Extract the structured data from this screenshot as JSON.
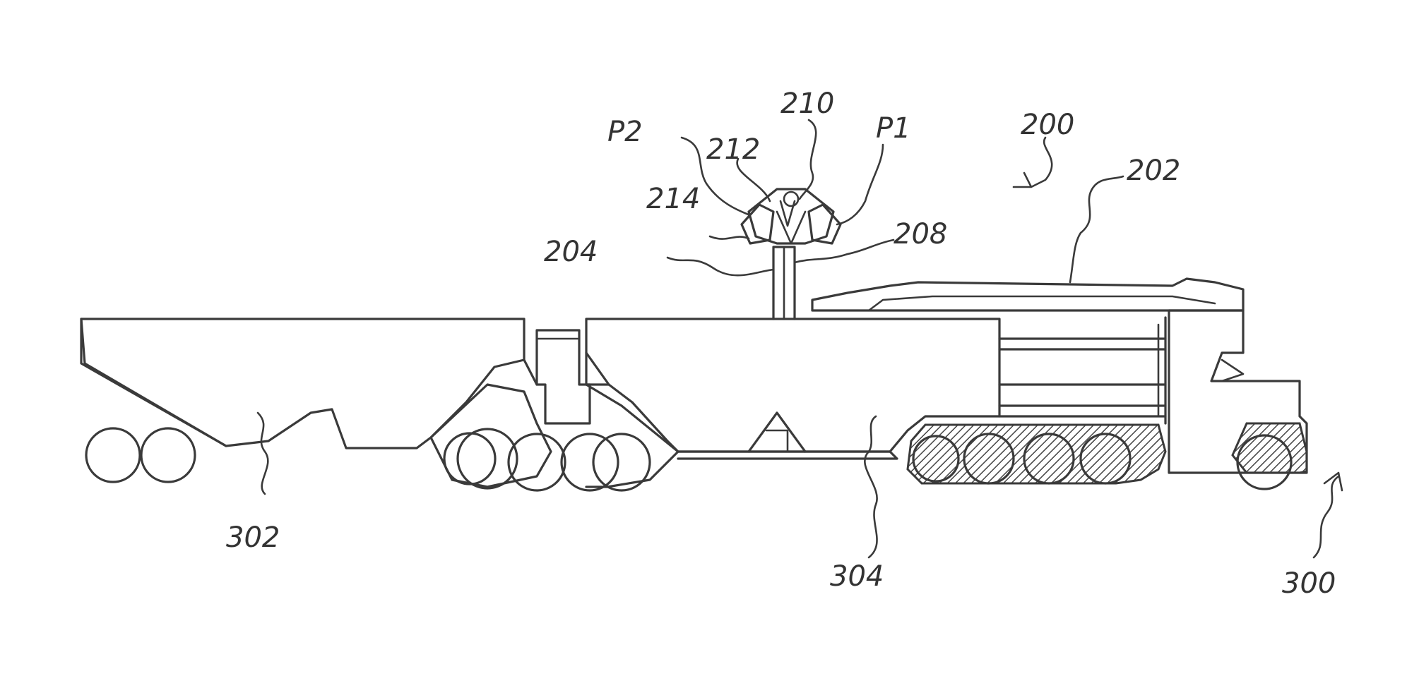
{
  "diagram": {
    "style": "patent-line-drawing",
    "ink_color": "#3a3a3a",
    "background": "#ffffff",
    "reference_labels": {
      "p2": "P2",
      "r212": "212",
      "r210": "210",
      "p1": "P1",
      "r200": "200",
      "r202": "202",
      "r214": "214",
      "r204": "204",
      "r208": "208",
      "r302": "302",
      "r304": "304",
      "r300": "300"
    }
  }
}
